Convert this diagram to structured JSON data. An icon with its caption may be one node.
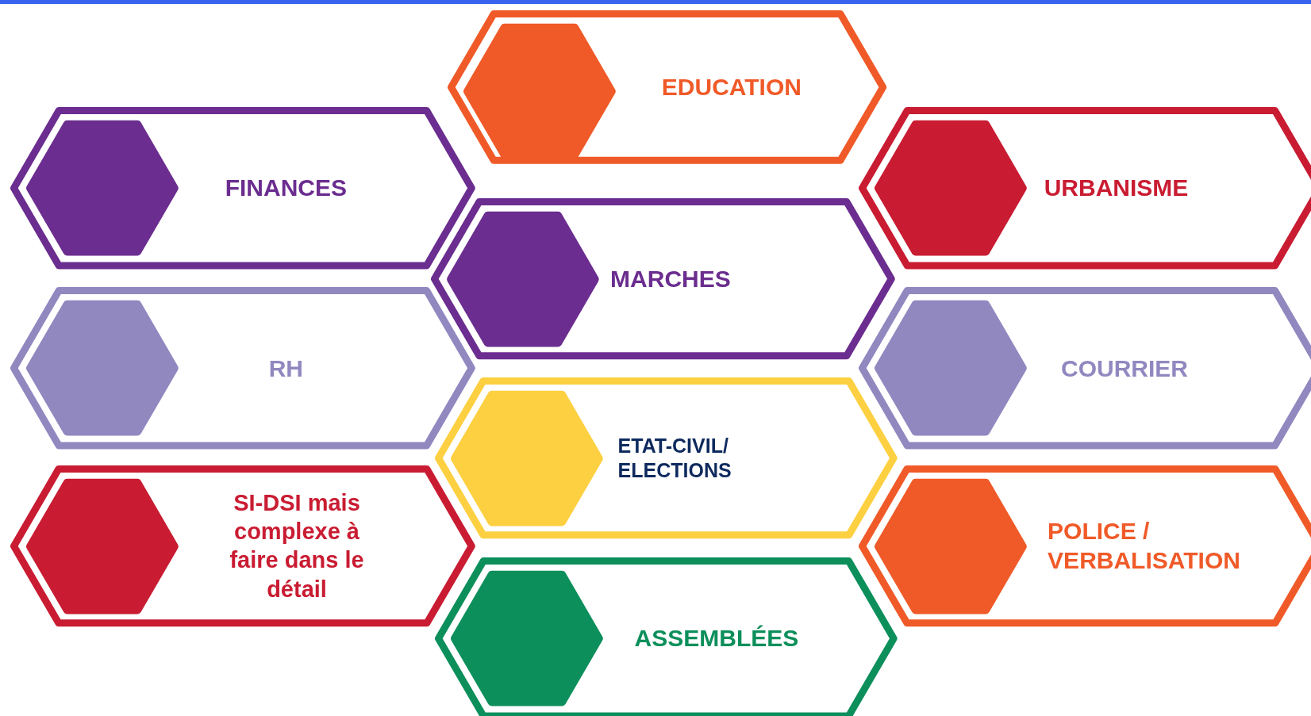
{
  "diagram": {
    "nodes": [
      {
        "text": [
          "EDUCATION"
        ]
      },
      {
        "text": [
          "FINANCES"
        ]
      },
      {
        "text": [
          "URBANISME"
        ]
      },
      {
        "text": [
          "MARCHES"
        ]
      },
      {
        "text": [
          "RH"
        ]
      },
      {
        "text": [
          "COURRIER"
        ]
      },
      {
        "text": [
          "ETAT-CIVIL/ ELECTIONS"
        ]
      },
      {
        "text": [
          "SI-DSI mais complexe à faire dans le détail"
        ]
      },
      {
        "text": [
          "POLICE / VERBALISATION"
        ]
      },
      {
        "text": [
          "ASSEMBLÉES"
        ]
      }
    ]
  }
}
